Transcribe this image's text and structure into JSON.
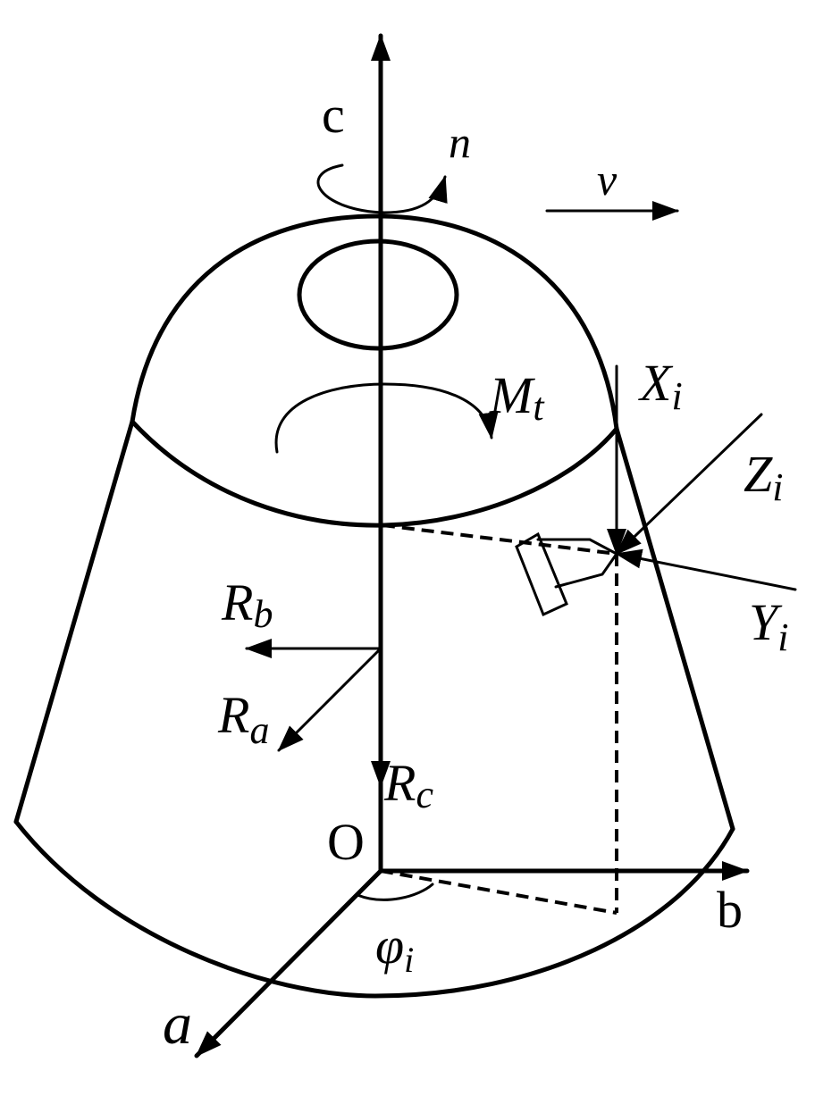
{
  "labels": {
    "c": "c",
    "n": "n",
    "v": "v",
    "Mt_main": "M",
    "Mt_sub": "t",
    "Xi_main": "X",
    "Xi_sub": "i",
    "Zi_main": "Z",
    "Zi_sub": "i",
    "Yi_main": "Y",
    "Yi_sub": "i",
    "Rb_main": "R",
    "Rb_sub": "b",
    "Ra_main": "R",
    "Ra_sub": "a",
    "Rc_main": "R",
    "Rc_sub": "c",
    "O": "O",
    "b": "b",
    "a": "a",
    "phi_main": "φ",
    "phi_sub": "i"
  }
}
